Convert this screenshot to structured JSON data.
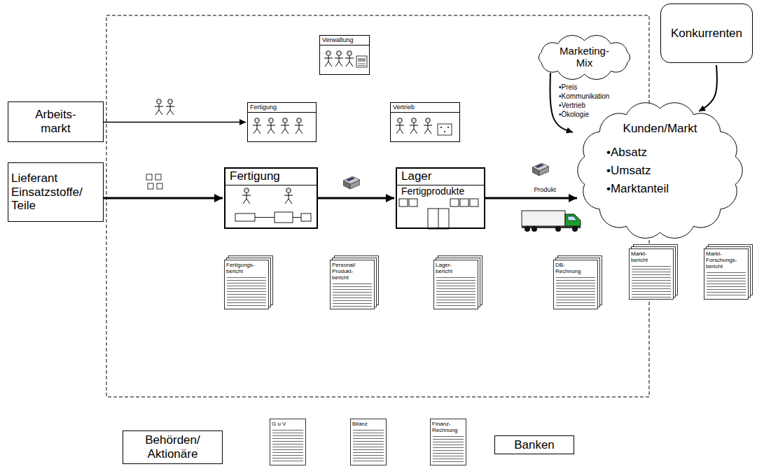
{
  "diagram": {
    "nodes": [
      {
        "text": [
          "Verwaltung"
        ]
      },
      {
        "text": [
          "Marketing- Mix",
          "•Preis",
          "•Kommunikation",
          "•Vertrieb",
          "•Ökologie"
        ]
      },
      {
        "text": [
          "Konkurrenten"
        ]
      },
      {
        "text": [
          "Arbeits- markt"
        ]
      },
      {
        "text": [
          "Fertigung"
        ]
      },
      {
        "text": [
          "Vertrieb"
        ]
      },
      {
        "text": [
          "Kunden/Markt",
          "•Absatz",
          "•Umsatz",
          "•Marktanteil"
        ]
      },
      {
        "text": [
          "Lieferant Einsatzstoffe/ Teile"
        ]
      },
      {
        "text": [
          "Fertigung"
        ]
      },
      {
        "text": [
          "Lager",
          "Fertigprodukte"
        ]
      },
      {
        "text": [
          "Fertigungs- bericht"
        ]
      },
      {
        "text": [
          "Personal/ Produkt- bericht"
        ]
      },
      {
        "text": [
          "Lager- bericht"
        ]
      },
      {
        "text": [
          "DB- Rechnung"
        ]
      },
      {
        "text": [
          "Markt- bericht"
        ]
      },
      {
        "text": [
          "Markt- Forschungs- bericht"
        ]
      },
      {
        "text": [
          "Behörden/ Aktionäre"
        ]
      },
      {
        "text": [
          "G u V"
        ]
      },
      {
        "text": [
          "Bilanz"
        ]
      },
      {
        "text": [
          "Finanz- Rechnung"
        ]
      },
      {
        "text": [
          "Banken"
        ]
      }
    ],
    "edges": [
      {
        "from": 3,
        "to": 4,
        "arrow": "to"
      },
      {
        "from": 7,
        "to": 8,
        "arrow": "to"
      },
      {
        "from": 8,
        "to": 9,
        "arrow": "to"
      },
      {
        "from": 9,
        "to": 6,
        "label": "Produkt",
        "arrow": "to"
      },
      {
        "from": 1,
        "to": 6,
        "arrow": "to"
      },
      {
        "from": 2,
        "to": 6,
        "arrow": "to"
      }
    ]
  }
}
